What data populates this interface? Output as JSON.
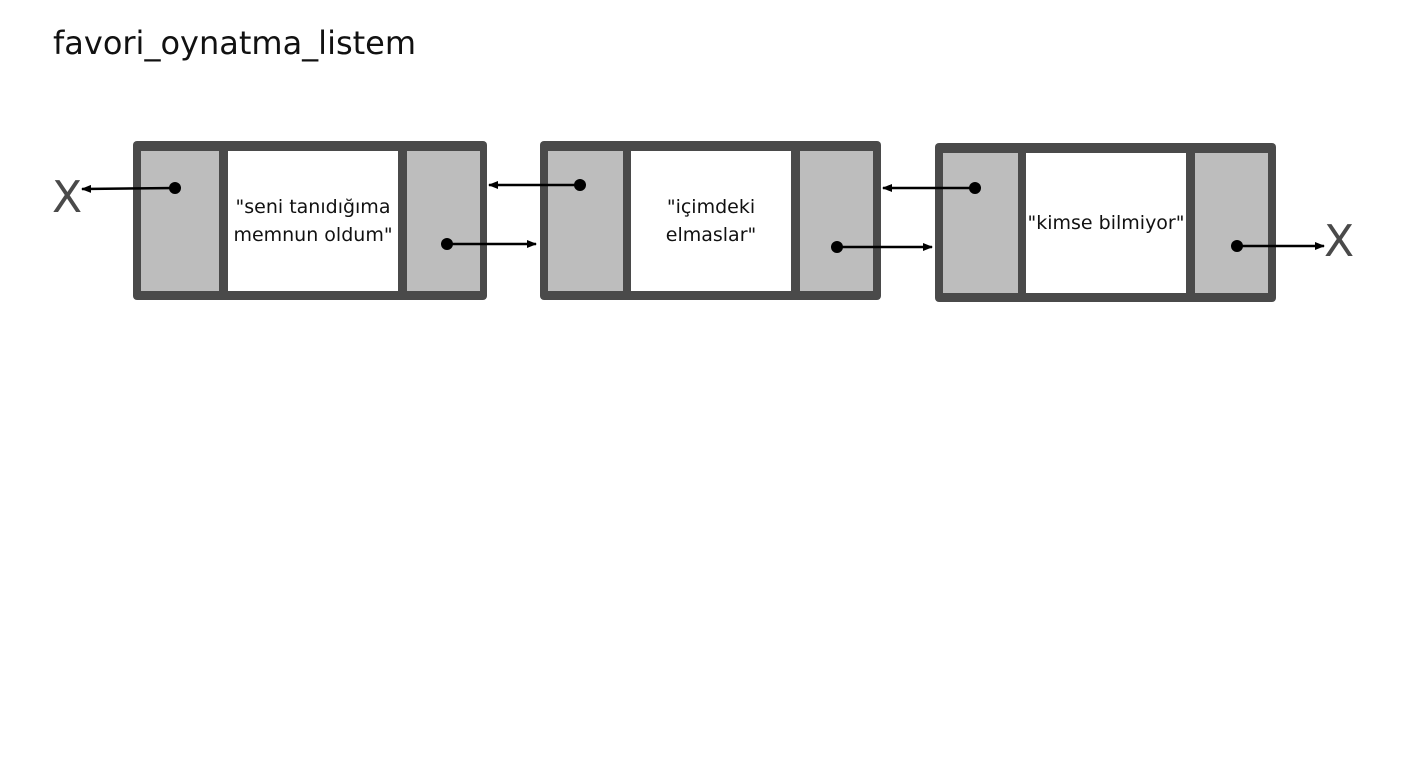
{
  "title": "favori_oynatma_listem",
  "nodes": [
    {
      "value": "\"seni tanıdığıma\nmemnun oldum\""
    },
    {
      "value": "\"içimdeki\nelmaslar\""
    },
    {
      "value": "\"kimse bilmiyor\""
    }
  ],
  "null_left": "X",
  "null_right": "X",
  "colors": {
    "border": "#4a4a4a",
    "pointer_cell": "#bdbdbd",
    "value_cell": "#ffffff",
    "arrow": "#000000"
  }
}
